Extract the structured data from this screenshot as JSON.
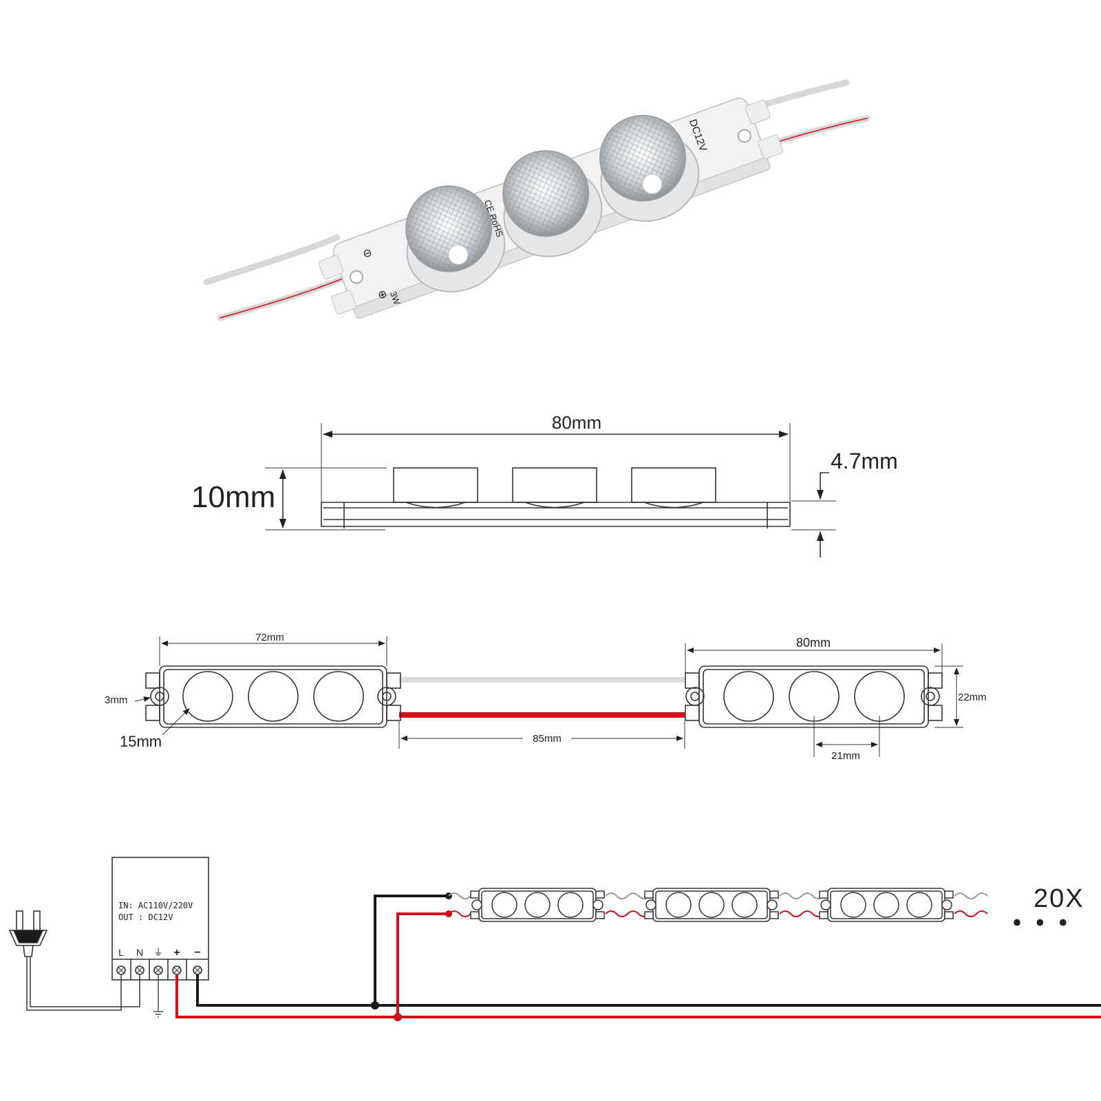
{
  "product_view": {
    "body_label_power": "3W",
    "body_label_cert": "CE RoHS",
    "body_label_voltage": "DC12V",
    "minus_symbol": "⊖",
    "plus_symbol": "⊕"
  },
  "side_view": {
    "length": "80mm",
    "height": "10mm",
    "base_height": "4.7mm"
  },
  "top_view": {
    "left_length": "72mm",
    "right_length": "80mm",
    "hole": "3mm",
    "lens": "15mm",
    "spacing": "85mm",
    "width": "22mm",
    "pitch": "21mm"
  },
  "wiring": {
    "psu_in": "IN: AC110V/220V",
    "psu_out": "OUT : DC12V",
    "terminals": [
      "L",
      "N",
      "⏚",
      "+",
      "−"
    ],
    "count": "20X",
    "ellipsis": "• • •"
  },
  "colors": {
    "red_wire": "#d0101a",
    "black_wire": "#1a1a1a",
    "white_wire": "#dcdcdc",
    "outline": "#333333"
  }
}
